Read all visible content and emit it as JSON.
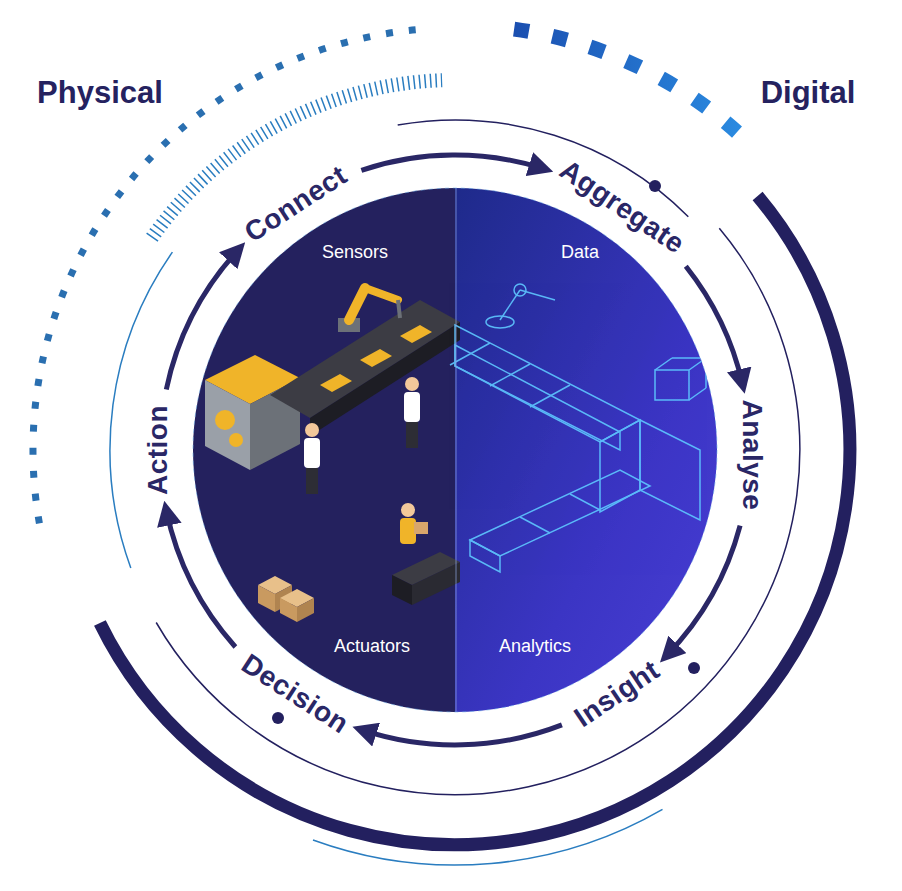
{
  "diagram": {
    "nodes": [
      {
        "text": [
          "Connect"
        ]
      },
      {
        "text": [
          "Aggregate"
        ]
      },
      {
        "text": [
          "Analyse"
        ]
      },
      {
        "text": [
          "Insight"
        ]
      },
      {
        "text": [
          "Decision"
        ]
      },
      {
        "text": [
          "Action"
        ]
      }
    ],
    "edges": [
      {
        "from": 0,
        "to": 1,
        "arrow": "to"
      },
      {
        "from": 1,
        "to": 2,
        "arrow": "to"
      },
      {
        "from": 2,
        "to": 3,
        "arrow": "to"
      },
      {
        "from": 3,
        "to": 4,
        "arrow": "to"
      },
      {
        "from": 4,
        "to": 5,
        "arrow": "to"
      },
      {
        "from": 5,
        "to": 0,
        "arrow": "to"
      }
    ],
    "labels": [
      "Physical",
      "Digital",
      "Sensors",
      "Data",
      "Actuators",
      "Analytics"
    ]
  }
}
